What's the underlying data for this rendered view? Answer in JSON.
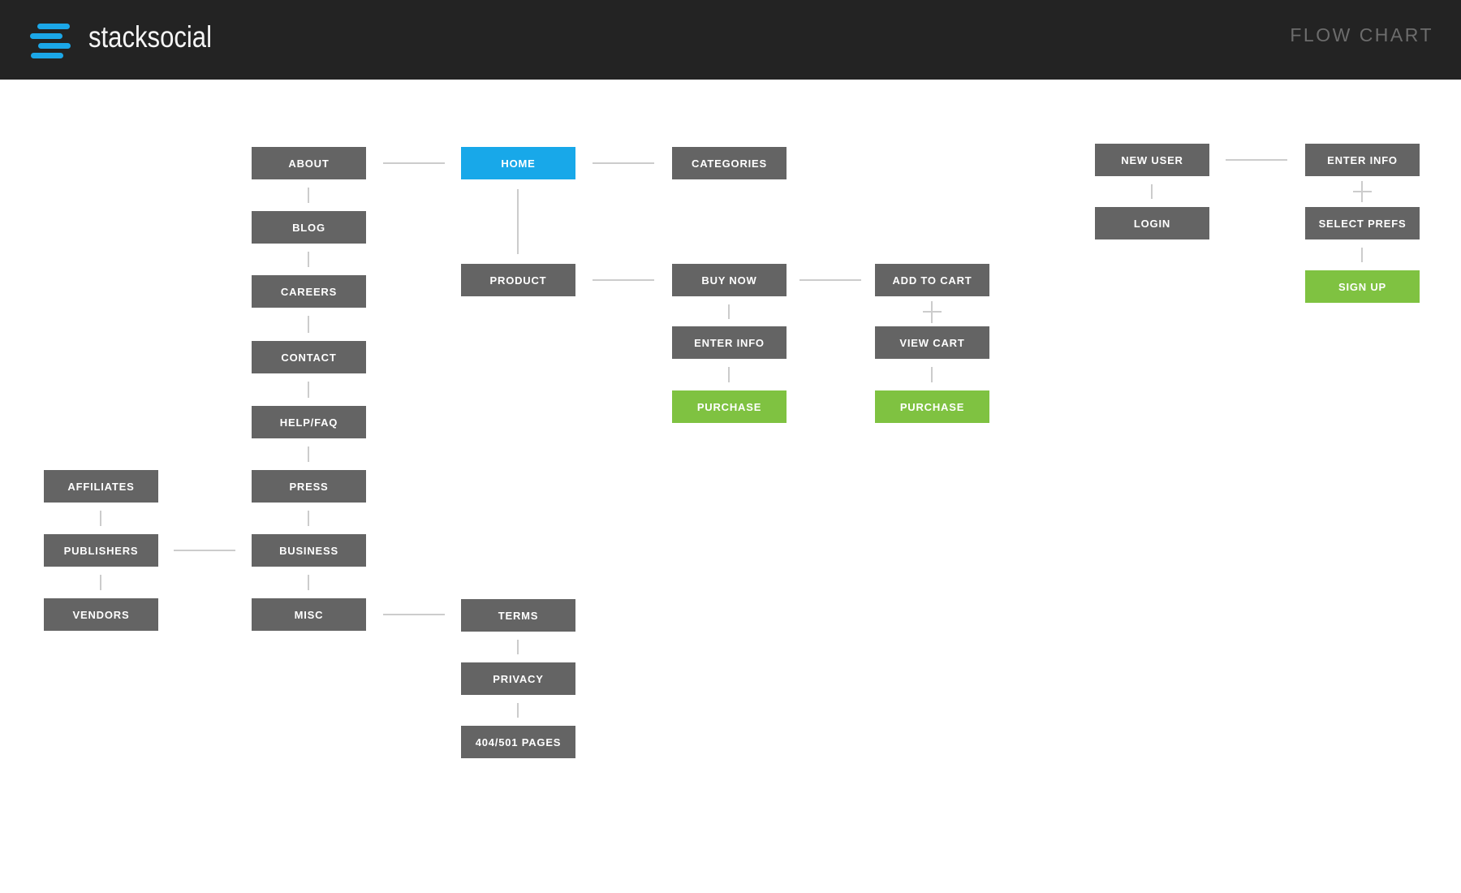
{
  "header": {
    "brand": "stacksocial",
    "page_title": "FLOW CHART",
    "logo_icon": "stacked-bars-logo"
  },
  "colors": {
    "header_bg": "#232323",
    "brand_blue": "#1ba7e8",
    "node_gray": "#646464",
    "home_blue": "#18a8e9",
    "action_green": "#7fc241",
    "connector_gray": "#cccccc",
    "node_text": "#ffffff",
    "flow_title_text": "#6c6c6c"
  },
  "nodes": {
    "home": {
      "label": "HOME",
      "type": "highlight"
    },
    "about": {
      "label": "ABOUT",
      "type": "page"
    },
    "blog": {
      "label": "BLOG",
      "type": "page"
    },
    "careers": {
      "label": "CAREERS",
      "type": "page"
    },
    "contact": {
      "label": "CONTACT",
      "type": "page"
    },
    "help_faq": {
      "label": "HELP/FAQ",
      "type": "page"
    },
    "press": {
      "label": "PRESS",
      "type": "page"
    },
    "business": {
      "label": "BUSINESS",
      "type": "page"
    },
    "misc": {
      "label": "MISC",
      "type": "page"
    },
    "affiliates": {
      "label": "AFFILIATES",
      "type": "page"
    },
    "publishers": {
      "label": "PUBLISHERS",
      "type": "page"
    },
    "vendors": {
      "label": "VENDORS",
      "type": "page"
    },
    "product": {
      "label": "PRODUCT",
      "type": "page"
    },
    "terms": {
      "label": "TERMS",
      "type": "page"
    },
    "privacy": {
      "label": "PRIVACY",
      "type": "page"
    },
    "pages_404_501": {
      "label": "404/501 PAGES",
      "type": "page"
    },
    "categories": {
      "label": "CATEGORIES",
      "type": "page"
    },
    "buy_now": {
      "label": "BUY NOW",
      "type": "page"
    },
    "enter_info_buy": {
      "label": "ENTER INFO",
      "type": "page"
    },
    "purchase_buy": {
      "label": "PURCHASE",
      "type": "action"
    },
    "add_to_cart": {
      "label": "ADD TO CART",
      "type": "page"
    },
    "view_cart": {
      "label": "VIEW CART",
      "type": "page"
    },
    "purchase_cart": {
      "label": "PURCHASE",
      "type": "action"
    },
    "new_user": {
      "label": "NEW USER",
      "type": "page"
    },
    "login": {
      "label": "LOGIN",
      "type": "page"
    },
    "enter_info_signup": {
      "label": "ENTER INFO",
      "type": "page"
    },
    "select_prefs": {
      "label": "SELECT PREFS",
      "type": "page"
    },
    "sign_up": {
      "label": "SIGN UP",
      "type": "action"
    }
  },
  "edges": [
    {
      "from": "about",
      "to": "home",
      "connector": "line"
    },
    {
      "from": "home",
      "to": "categories",
      "connector": "line"
    },
    {
      "from": "home",
      "to": "product",
      "connector": "line"
    },
    {
      "from": "product",
      "to": "buy_now",
      "connector": "line"
    },
    {
      "from": "buy_now",
      "to": "add_to_cart",
      "connector": "line"
    },
    {
      "from": "buy_now",
      "to": "enter_info_buy",
      "connector": "line"
    },
    {
      "from": "enter_info_buy",
      "to": "purchase_buy",
      "connector": "line"
    },
    {
      "from": "add_to_cart",
      "to": "view_cart",
      "connector": "plus"
    },
    {
      "from": "view_cart",
      "to": "purchase_cart",
      "connector": "line"
    },
    {
      "from": "about",
      "to": "blog",
      "connector": "line"
    },
    {
      "from": "blog",
      "to": "careers",
      "connector": "line"
    },
    {
      "from": "careers",
      "to": "contact",
      "connector": "line"
    },
    {
      "from": "contact",
      "to": "help_faq",
      "connector": "line"
    },
    {
      "from": "help_faq",
      "to": "press",
      "connector": "line"
    },
    {
      "from": "press",
      "to": "business",
      "connector": "line"
    },
    {
      "from": "business",
      "to": "misc",
      "connector": "line"
    },
    {
      "from": "affiliates",
      "to": "publishers",
      "connector": "line"
    },
    {
      "from": "publishers",
      "to": "vendors",
      "connector": "line"
    },
    {
      "from": "publishers",
      "to": "business",
      "connector": "line"
    },
    {
      "from": "misc",
      "to": "terms",
      "connector": "line"
    },
    {
      "from": "terms",
      "to": "privacy",
      "connector": "line"
    },
    {
      "from": "privacy",
      "to": "pages_404_501",
      "connector": "line"
    },
    {
      "from": "new_user",
      "to": "login",
      "connector": "line"
    },
    {
      "from": "new_user",
      "to": "enter_info_signup",
      "connector": "line"
    },
    {
      "from": "enter_info_signup",
      "to": "select_prefs",
      "connector": "plus"
    },
    {
      "from": "select_prefs",
      "to": "sign_up",
      "connector": "line"
    }
  ]
}
